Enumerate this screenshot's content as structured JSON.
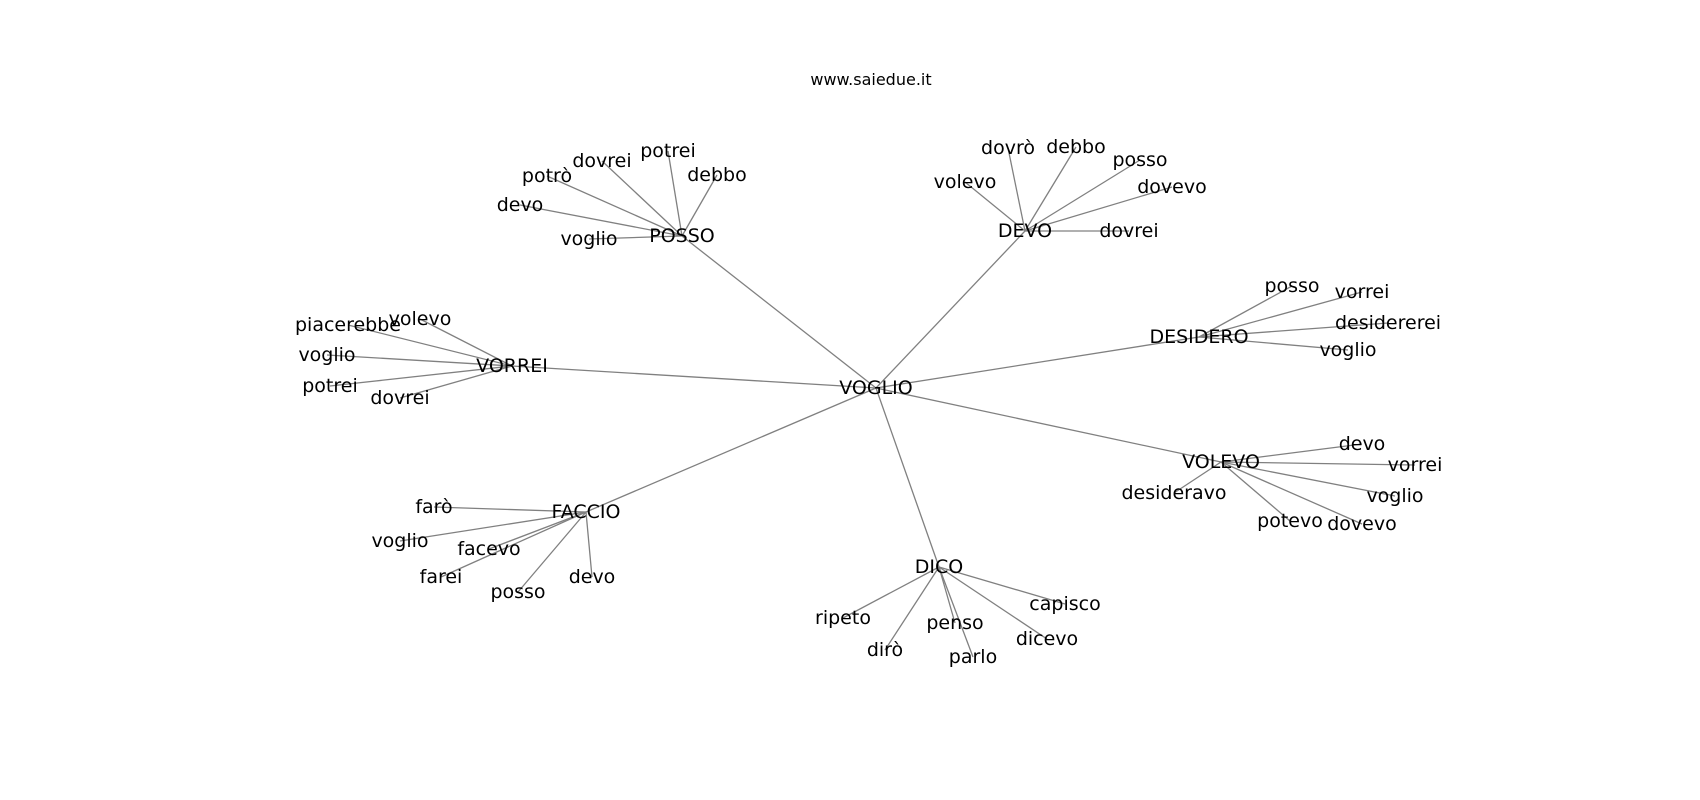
{
  "title": "www.saiedue.it",
  "graph": {
    "root": "VOGLIO",
    "hubs": [
      {
        "label": "POSSO",
        "leaves": [
          "potrei",
          "dovrei",
          "debbo",
          "potrò",
          "devo",
          "voglio"
        ]
      },
      {
        "label": "DEVO",
        "leaves": [
          "dovrò",
          "debbo",
          "posso",
          "volevo",
          "dovevo",
          "dovrei"
        ]
      },
      {
        "label": "DESIDERO",
        "leaves": [
          "posso",
          "vorrei",
          "desidererei",
          "voglio"
        ]
      },
      {
        "label": "VORREI",
        "leaves": [
          "piacerebbe",
          "volevo",
          "voglio",
          "potrei",
          "dovrei"
        ]
      },
      {
        "label": "VOLEVO",
        "leaves": [
          "devo",
          "vorrei",
          "desideravo",
          "voglio",
          "potevo",
          "dovevo"
        ]
      },
      {
        "label": "FACCIO",
        "leaves": [
          "farò",
          "voglio",
          "facevo",
          "farei",
          "posso",
          "devo"
        ]
      },
      {
        "label": "DICO",
        "leaves": [
          "capisco",
          "ripeto",
          "penso",
          "dicevo",
          "dirò",
          "parlo"
        ]
      }
    ]
  }
}
